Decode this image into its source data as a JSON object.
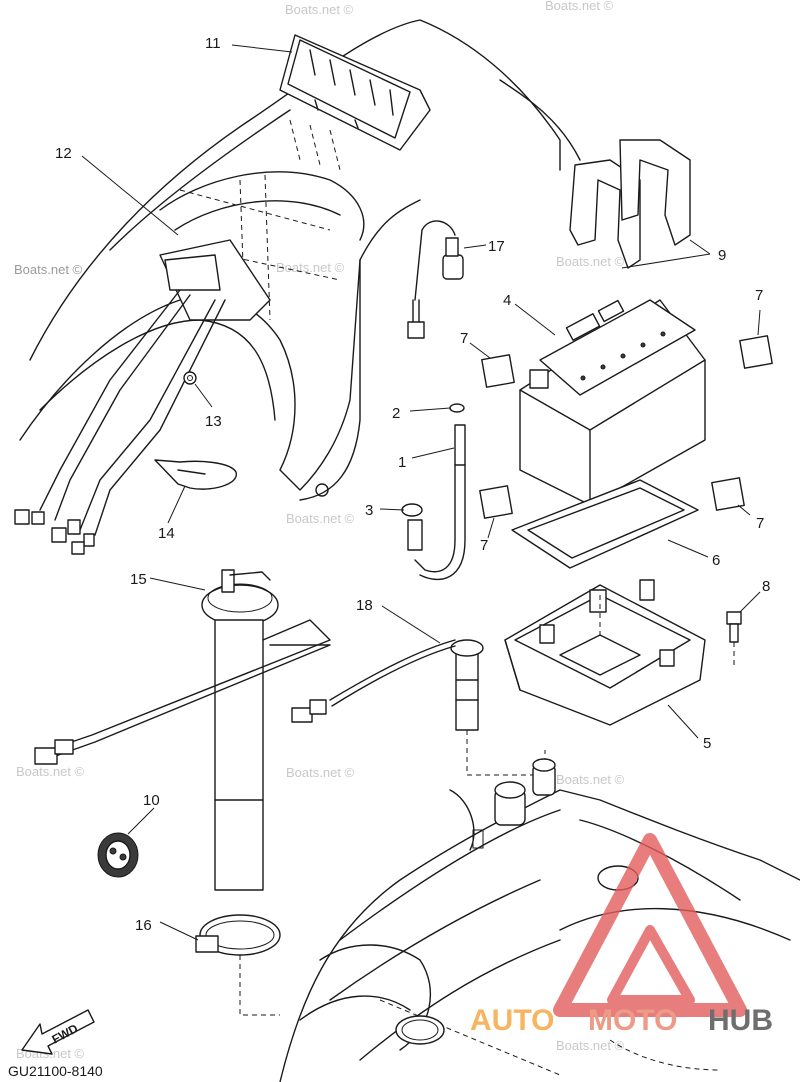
{
  "diagram": {
    "code": "GU21100-8140",
    "fwd_label": "FWD",
    "callouts": [
      "1",
      "2",
      "3",
      "4",
      "5",
      "6",
      "7",
      "8",
      "9",
      "10",
      "11",
      "12",
      "13",
      "14",
      "15",
      "16",
      "17",
      "18"
    ],
    "watermark": "Boats.net ©"
  },
  "logo": {
    "part1": "AUTO",
    "part2": "MOTO",
    "part3": "HUB",
    "colors": {
      "auto": "#f3a33a",
      "moto": "#e9826a",
      "hub": "#4a4a4a",
      "triangle": "#e35d5d"
    }
  }
}
